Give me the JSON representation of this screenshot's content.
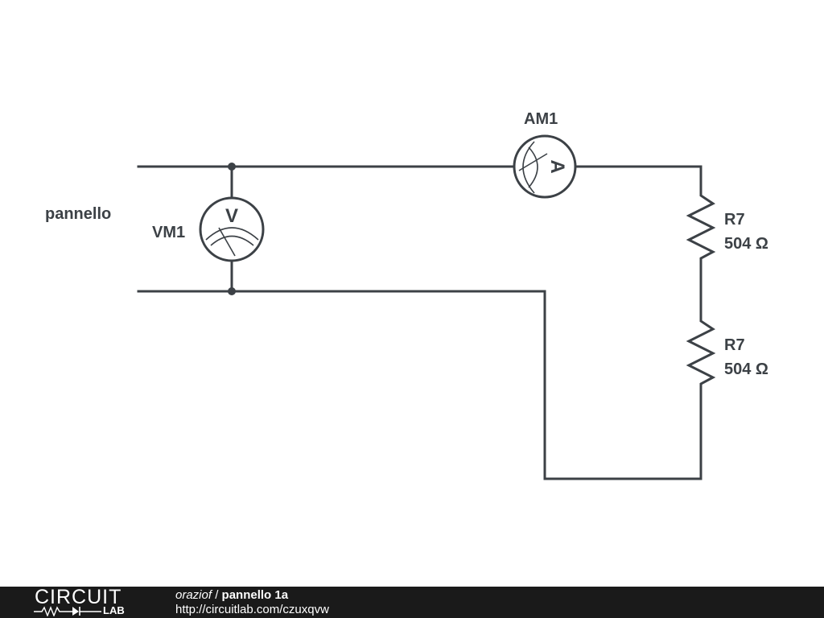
{
  "schematic": {
    "port_label": "pannello",
    "voltmeter": {
      "name": "VM1",
      "symbol": "V"
    },
    "ammeter": {
      "name": "AM1",
      "symbol": "A"
    },
    "resistors": [
      {
        "name": "R7",
        "value": "504 Ω"
      },
      {
        "name": "R7",
        "value": "504 Ω"
      }
    ]
  },
  "footer": {
    "logo_top": "CIRCUIT",
    "logo_bottom": "LAB",
    "author": "oraziof",
    "separator": " / ",
    "title": "pannello 1a",
    "url": "http://circuitlab.com/czuxqvw"
  },
  "colors": {
    "wire": "#3c4146",
    "footer_bg": "#1a1a1a",
    "footer_text": "#ffffff"
  }
}
